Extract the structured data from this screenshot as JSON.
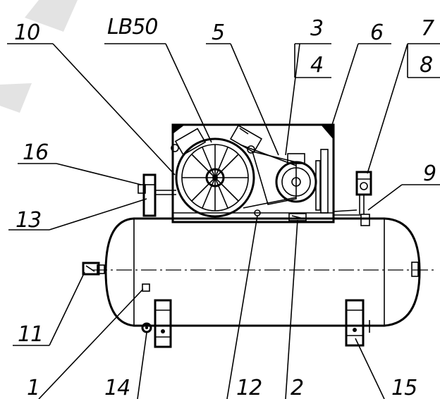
{
  "callouts": {
    "c10": "10",
    "lb50": "LB50",
    "c5": "5",
    "c3": "3",
    "c4": "4",
    "c6": "6",
    "c7": "7",
    "c8": "8",
    "c16": "16",
    "c9": "9",
    "c13": "13",
    "c11": "11",
    "c1": "1",
    "c14": "14",
    "c12": "12",
    "c2": "2",
    "c15": "15"
  },
  "colors": {
    "line": "#000000",
    "watermark": "#e3e3e3",
    "background": "#ffffff"
  }
}
